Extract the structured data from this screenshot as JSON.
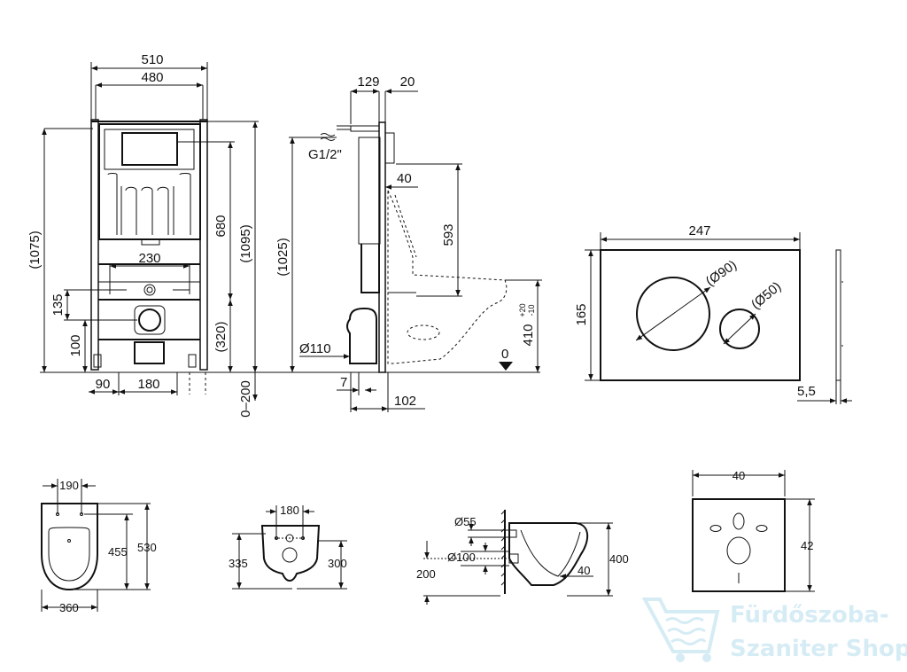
{
  "frame_front": {
    "width_outer": "510",
    "width_inner": "480",
    "height_left": "(1075)",
    "height_right": "(1095)",
    "height_tank": "680",
    "bolt_spacing": "230",
    "dim_135": "135",
    "dim_100": "100",
    "dim_320": "(320)",
    "dim_90": "90",
    "dim_180": "180",
    "dim_0_200": "0–200"
  },
  "frame_side": {
    "dim_129": "129",
    "dim_20": "20",
    "water_inlet": "G1/2\"",
    "dim_40": "40",
    "dim_593": "593",
    "dim_1025": "(1025)",
    "drain_diameter": "Ø110",
    "dim_7": "7",
    "dim_102": "102",
    "floor_zero": "0",
    "dim_410": "410",
    "dim_410_plus": "+20",
    "dim_410_minus": "-10"
  },
  "flush_plate": {
    "width": "247",
    "height": "165",
    "big_button": "(Ø90)",
    "small_button": "(Ø50)",
    "thickness": "5,5"
  },
  "toilet_top": {
    "dim_190": "190",
    "dim_455": "455",
    "dim_530": "530",
    "dim_360": "360"
  },
  "toilet_back": {
    "dim_180": "180",
    "dim_335": "335",
    "dim_300": "300"
  },
  "toilet_side": {
    "dim_55": "Ø55",
    "dim_100": "Ø100",
    "dim_200": "200",
    "dim_400": "400",
    "dim_40": "40"
  },
  "wall_panel": {
    "width": "40",
    "height": "42"
  },
  "watermark": {
    "line1": "Fürdőszoba-",
    "line2": "Szaniter Shop"
  }
}
